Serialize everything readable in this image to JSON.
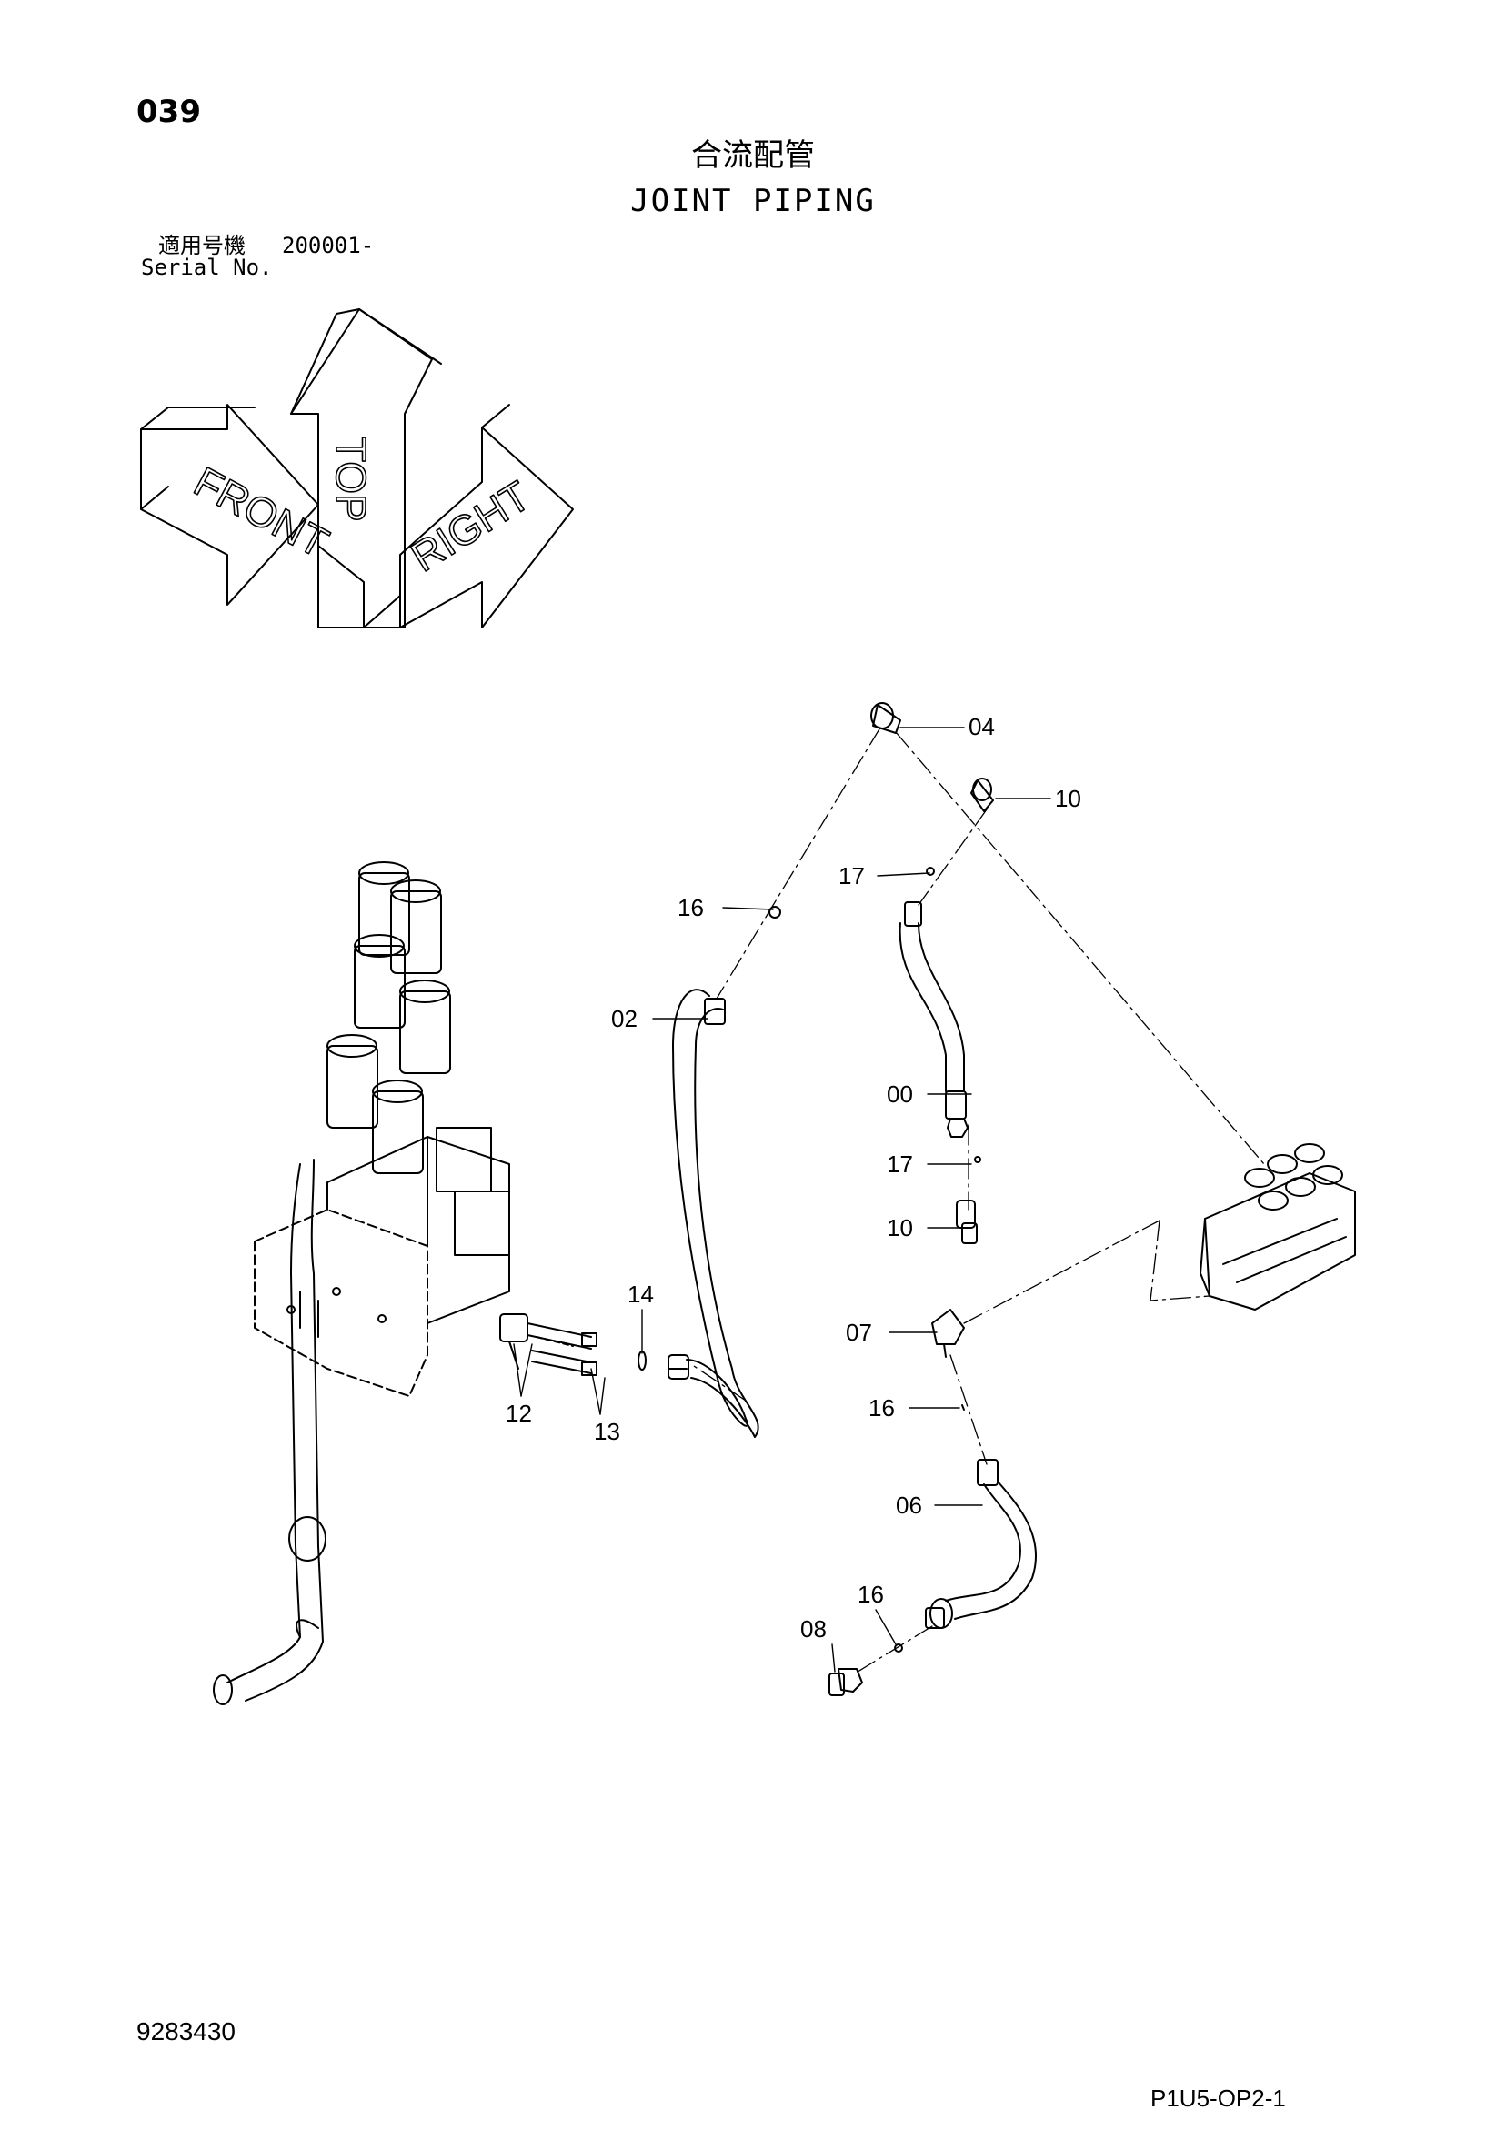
{
  "header": {
    "page_number": "039",
    "title_jp": "合流配管",
    "title_en": "JOINT PIPING",
    "serial_label_jp": "適用号機",
    "serial_value": "200001-",
    "serial_label_en": "Serial No."
  },
  "orientation_indicator": {
    "top_label": "TOP",
    "front_label": "FRONT",
    "right_label": "RIGHT"
  },
  "callouts": {
    "c04": "04",
    "c10a": "10",
    "c17a": "17",
    "c16a": "16",
    "c02": "02",
    "c00": "00",
    "c17b": "17",
    "c10b": "10",
    "c14": "14",
    "c07": "07",
    "c12": "12",
    "c13": "13",
    "c16b": "16",
    "c06": "06",
    "c16c": "16",
    "c08": "08"
  },
  "footer": {
    "document_number": "9283430",
    "sheet_code": "P1U5-OP2-1"
  }
}
